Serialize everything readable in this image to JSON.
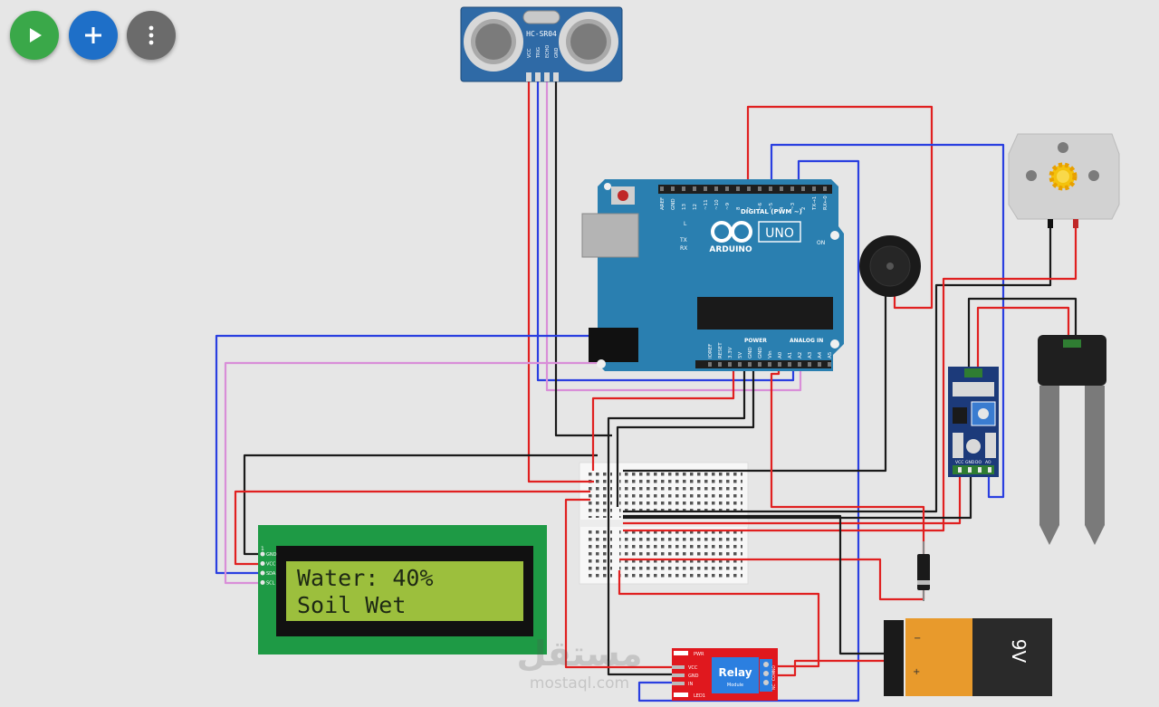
{
  "toolbar": {
    "run_color": "#3aa849",
    "add_color": "#1e6fc8",
    "more_color": "#6b6b6b"
  },
  "sensor": {
    "label": "HC-SR04",
    "pins": [
      "VCC",
      "TRIG",
      "ECHO",
      "GND"
    ]
  },
  "arduino": {
    "brand": "ARDUINO",
    "model": "UNO",
    "digital_label": "DIGITAL (PWM ~)",
    "analog_label": "ANALOG IN",
    "power_label": "POWER",
    "on_label": "ON",
    "led_labels": {
      "l": "L",
      "tx": "TX",
      "rx": "RX"
    },
    "top_pins": [
      "AREF",
      "GND",
      "13",
      "12",
      "~11",
      "~10",
      "~9",
      "8",
      "7",
      "~6",
      "~5",
      "4",
      "~3",
      "2",
      "TX→1",
      "RX←0"
    ],
    "bottom_pins": [
      "IOREF",
      "RESET",
      "3.3V",
      "5V",
      "GND",
      "GND",
      "Vin",
      "A0",
      "A1",
      "A2",
      "A3",
      "A4",
      "A5"
    ]
  },
  "lcd": {
    "line1": "Water: 40%",
    "line2": "Soil Wet",
    "pin_number": "1",
    "pins": [
      "GND",
      "VCC",
      "SDA",
      "SCL"
    ]
  },
  "relay": {
    "label": "Relay",
    "sublabel": "Module",
    "pins": [
      "VCC",
      "GND",
      "IN"
    ],
    "leds": [
      "PWR",
      "LED1"
    ],
    "out_pins": [
      "NO",
      "COM",
      "NC"
    ]
  },
  "battery": {
    "label": "9V",
    "minus": "−",
    "plus": "+"
  },
  "moisture_module": {
    "pins": [
      "VCC",
      "GND",
      "DO",
      "AO"
    ]
  },
  "watermark": {
    "arabic": "مستقل",
    "latin": "mostaql.com"
  }
}
